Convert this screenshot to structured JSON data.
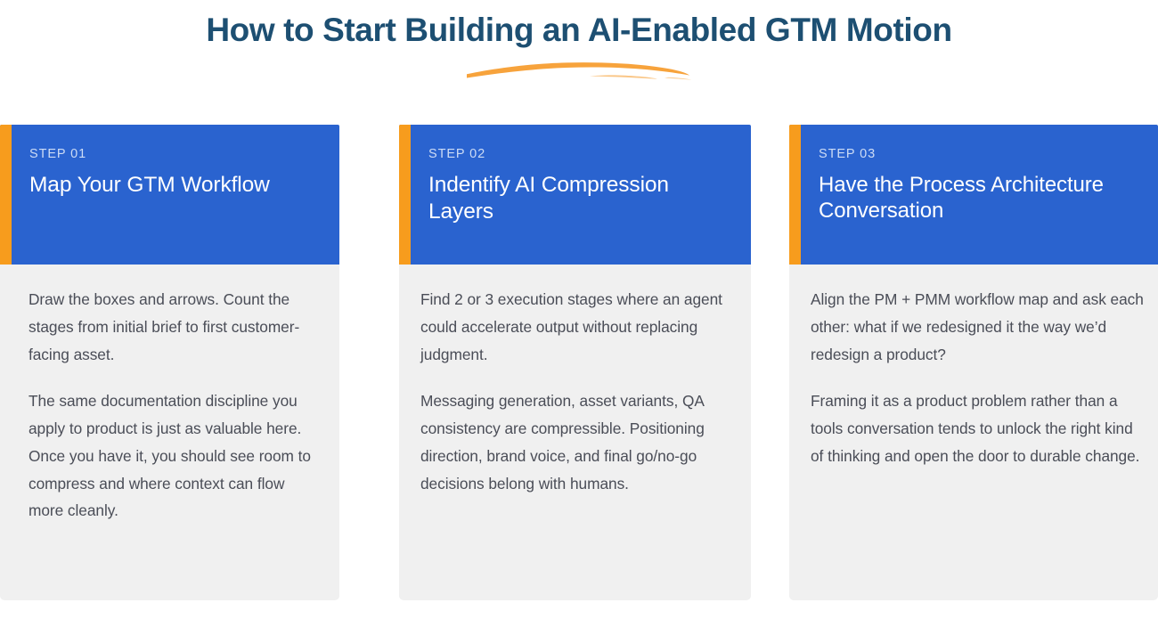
{
  "header": {
    "title": "How to Start Building an AI-Enabled GTM Motion",
    "underline_icon": "orange-brush-swash",
    "title_color": "#1d4f72",
    "accent_color": "#f79c1d"
  },
  "theme": {
    "card_header_blue": "#2a63cf",
    "card_body_gray": "#f0f0f0",
    "accent_orange": "#f79c1d",
    "body_text_color": "#4a4d57",
    "step_label_color": "#cddcf5",
    "page_background": "#ffffff"
  },
  "cards": [
    {
      "step_label": "STEP 01",
      "title": "Map Your GTM Workflow",
      "paragraphs": [
        "Draw the boxes and arrows. Count the stages from initial brief to first customer-facing asset.",
        "The same documentation discipline you apply to product is just as valuable here. Once you have it, you should see room to compress and where context can flow more cleanly."
      ]
    },
    {
      "step_label": "STEP 02",
      "title": "Indentify AI Compression Layers",
      "paragraphs": [
        "Find 2 or 3 execution stages where an agent could accelerate output without replacing judgment.",
        "Messaging generation, asset variants, QA consistency are compressible. Positioning direction, brand voice, and final go/no-go decisions belong with humans."
      ]
    },
    {
      "step_label": "STEP 03",
      "title": "Have the Process Architecture Conversation",
      "paragraphs": [
        "Align the PM + PMM workflow map and ask each other: what if we redesigned it the way we’d redesign a product?",
        "Framing it as a product problem rather than a tools conversation tends to unlock the right kind of thinking and open the door to durable change."
      ]
    }
  ]
}
